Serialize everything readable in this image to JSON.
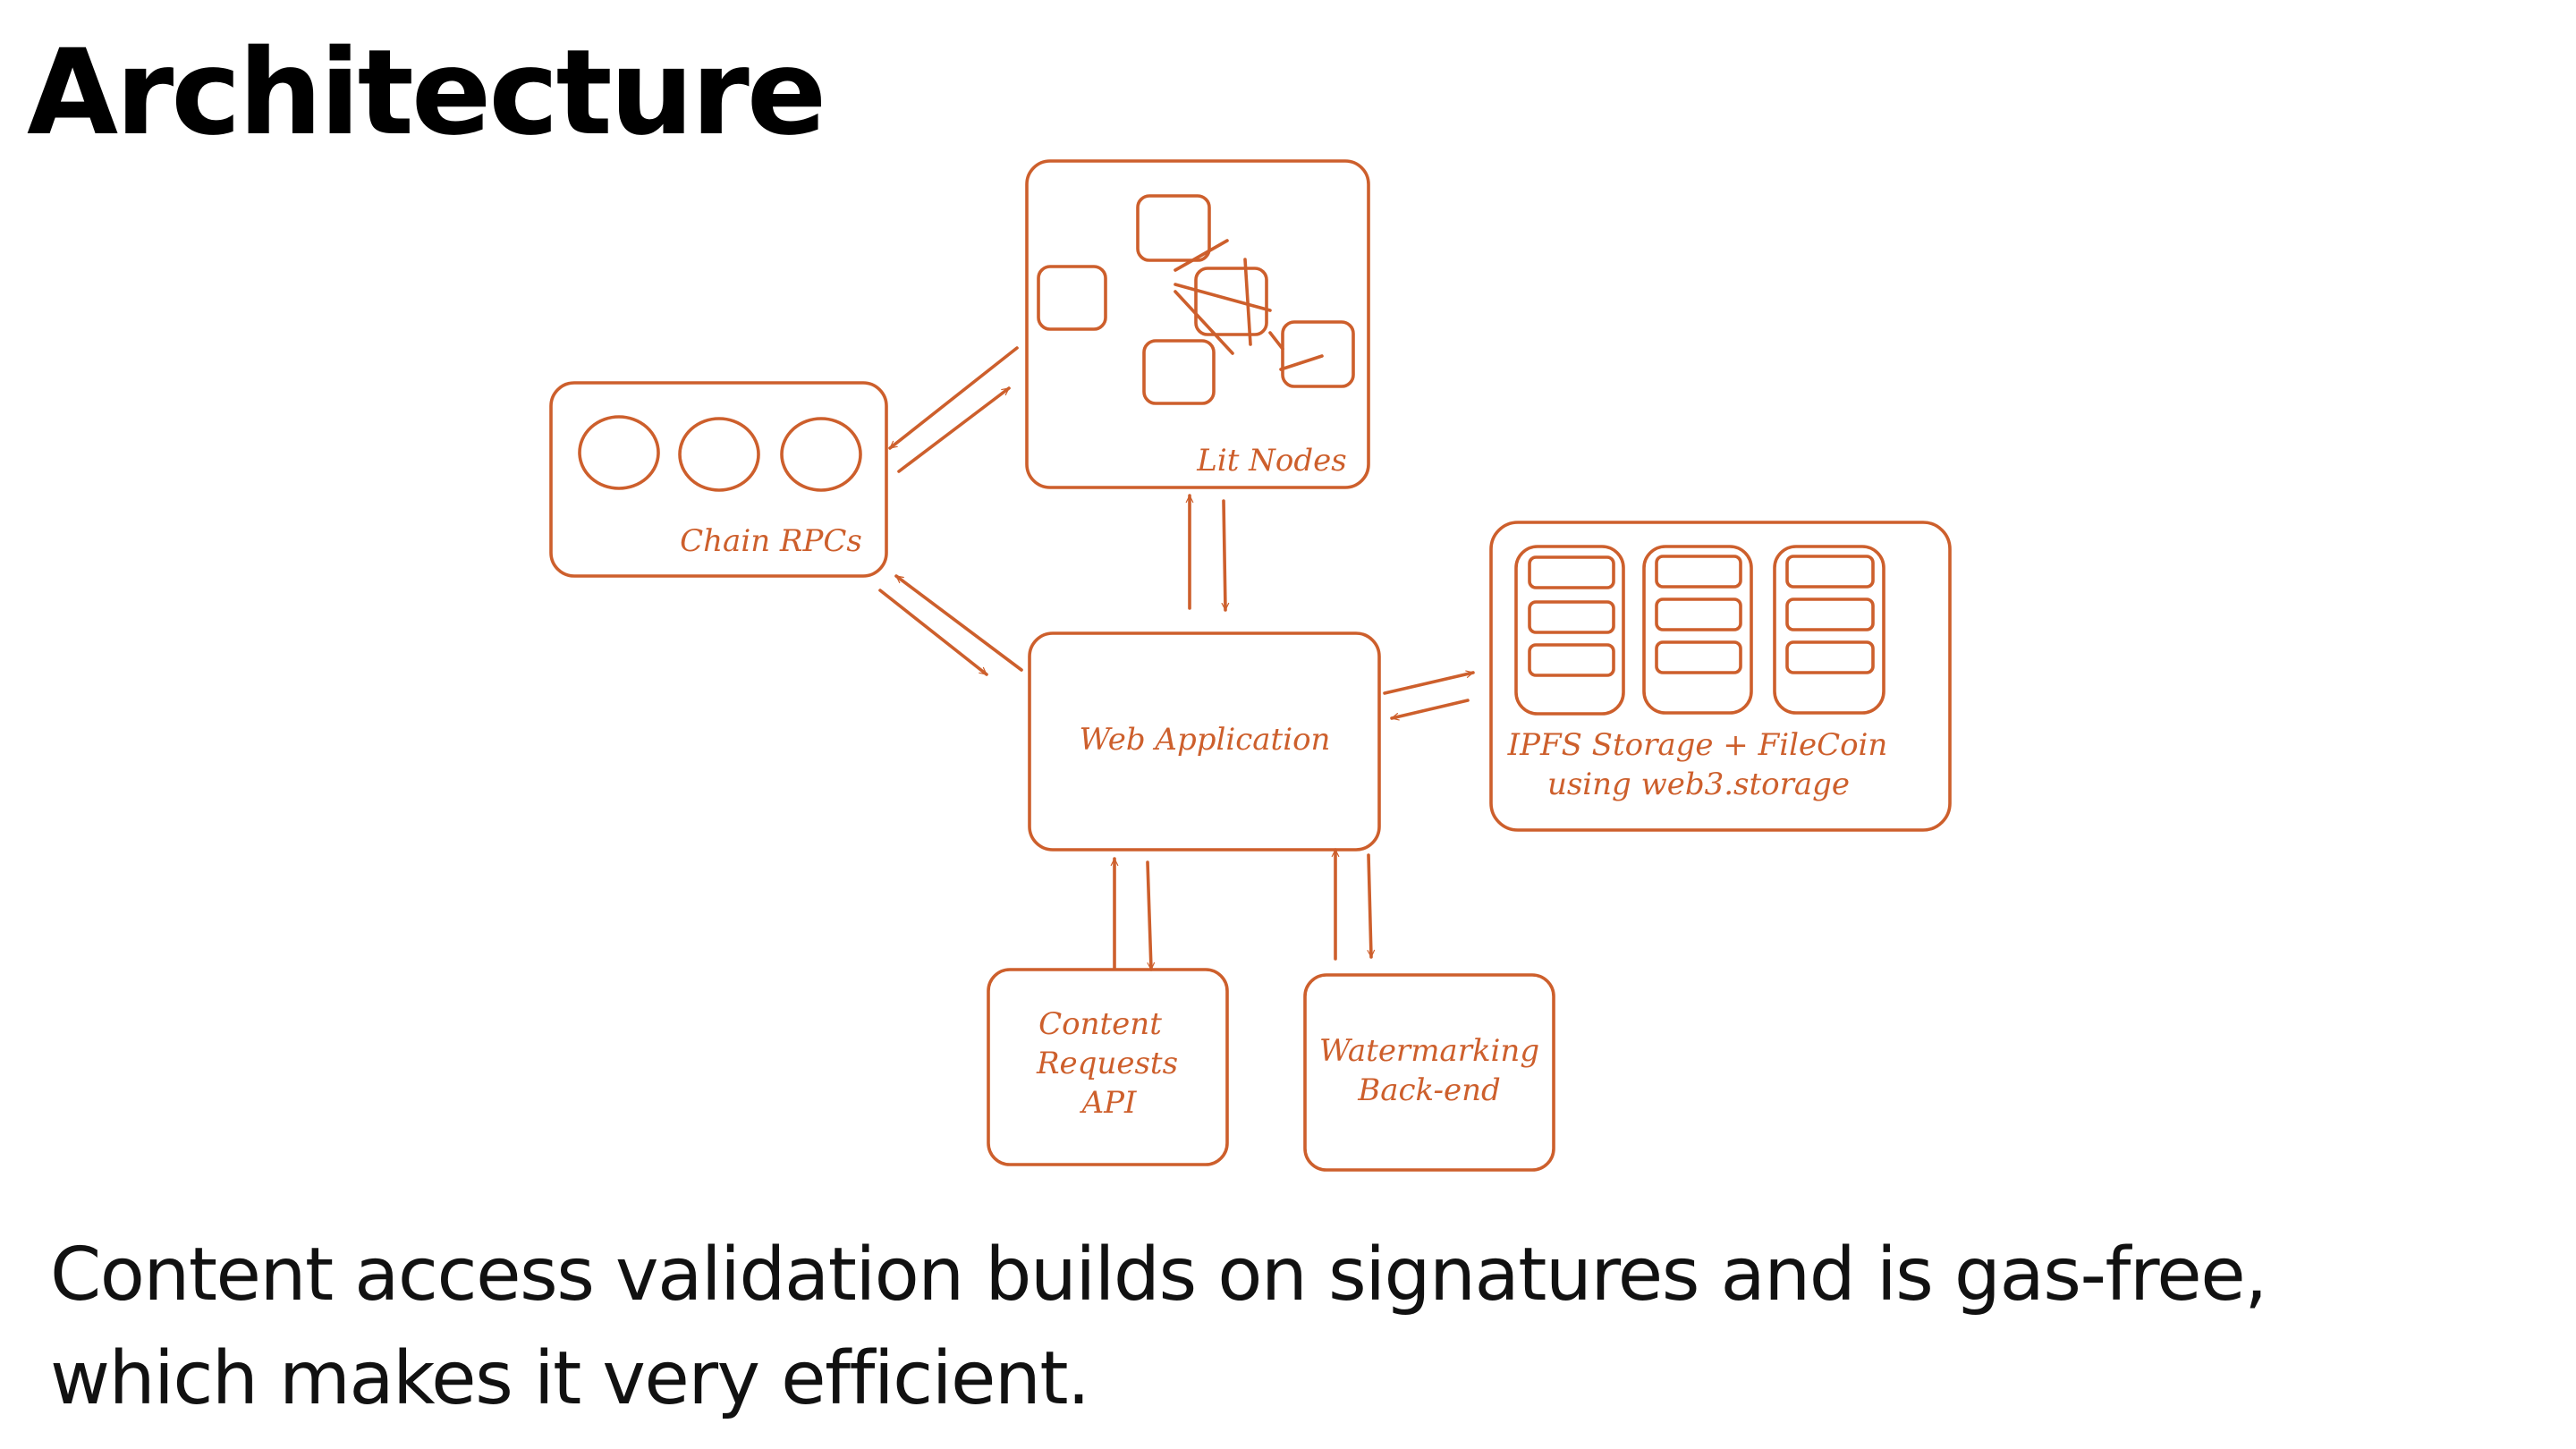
{
  "slide": {
    "title": "Architecture",
    "caption_lines": [
      "Content access validation builds on signatures and is gas-free,",
      "which makes it very efficient."
    ]
  },
  "diagram": {
    "stroke_color": "#cd5f2c",
    "nodes": {
      "lit_nodes": "Lit Nodes",
      "chain_rpcs": "Chain RPCs",
      "web_application": "Web Application",
      "ipfs_storage": [
        "IPFS Storage + FileCoin",
        "using web3.storage"
      ],
      "content_requests_api": [
        "Content",
        "Requests",
        "API"
      ],
      "watermarking_backend": [
        "Watermarking",
        "Back-end"
      ]
    }
  }
}
